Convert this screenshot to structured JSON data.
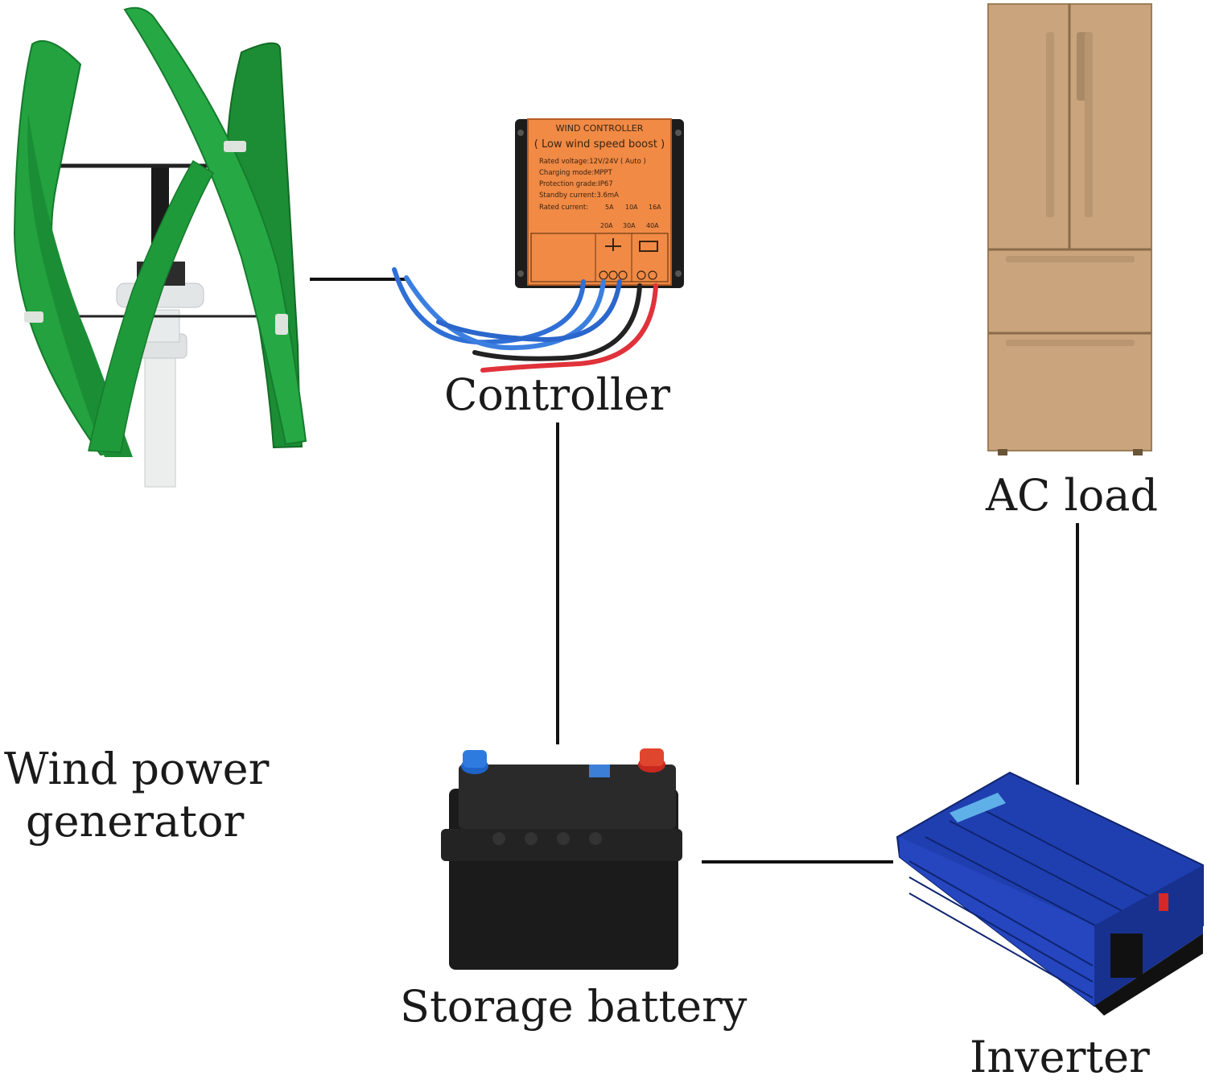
{
  "labels": {
    "controller": "Controller",
    "ac_load": "AC load",
    "wind_line1": "Wind power",
    "wind_line2": "generator",
    "battery": "Storage battery",
    "inverter": "Inverter"
  },
  "controller_panel": {
    "title": "WIND CONTROLLER",
    "subtitle": "( Low wind speed boost )",
    "specs": [
      "Rated voltage:12V/24V ( Auto )",
      "Charging mode:MPPT",
      "Protection grade:IP67",
      "Standby current:3.6mA"
    ],
    "rated_current_label": "Rated current:",
    "rated_current_options_row1": [
      "5A",
      "10A",
      "16A"
    ],
    "rated_current_options_row2": [
      "20A",
      "30A",
      "40A"
    ]
  },
  "colors": {
    "wire": "#111111",
    "turbine_green": "#1f9a3a",
    "controller_orange": "#f08a45",
    "battery_black": "#1b1b1b",
    "inverter_blue": "#1f3fb0",
    "fridge_gold": "#c9a47c"
  },
  "icons": [
    "wind-turbine-icon",
    "charge-controller-icon",
    "battery-icon",
    "inverter-icon",
    "refrigerator-icon"
  ]
}
